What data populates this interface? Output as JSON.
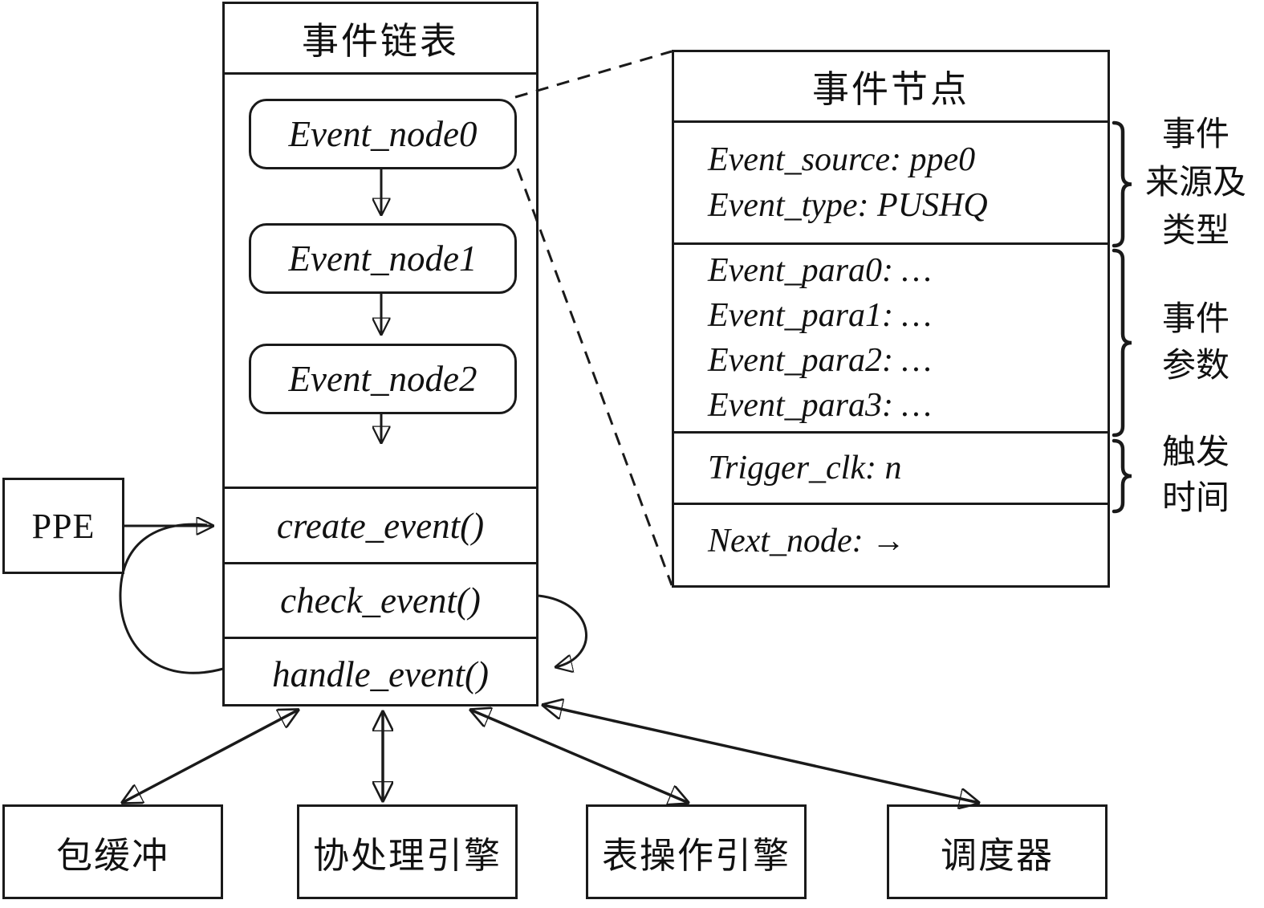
{
  "linked_list": {
    "title": "事件链表",
    "nodes": [
      "Event_node0",
      "Event_node1",
      "Event_node2"
    ],
    "functions": [
      "create_event()",
      "check_event()",
      "handle_event()"
    ]
  },
  "ppe": {
    "label": "PPE"
  },
  "detail": {
    "title": "事件节点",
    "source_type": [
      "Event_source: ppe0",
      "Event_type: PUSHQ"
    ],
    "params": [
      "Event_para0: …",
      "Event_para1: …",
      "Event_para2: …",
      "Event_para3: …"
    ],
    "trigger": "Trigger_clk: n",
    "next_node": "Next_node: →",
    "annotations": {
      "source_type": [
        "事件",
        "来源及",
        "类型"
      ],
      "params": [
        "事件",
        "参数"
      ],
      "trigger": [
        "触发",
        "时间"
      ]
    }
  },
  "modules": [
    "包缓冲",
    "协处理引擎",
    "表操作引擎",
    "调度器"
  ],
  "colors": {
    "line": "#1a1a1a",
    "background": "#ffffff"
  }
}
